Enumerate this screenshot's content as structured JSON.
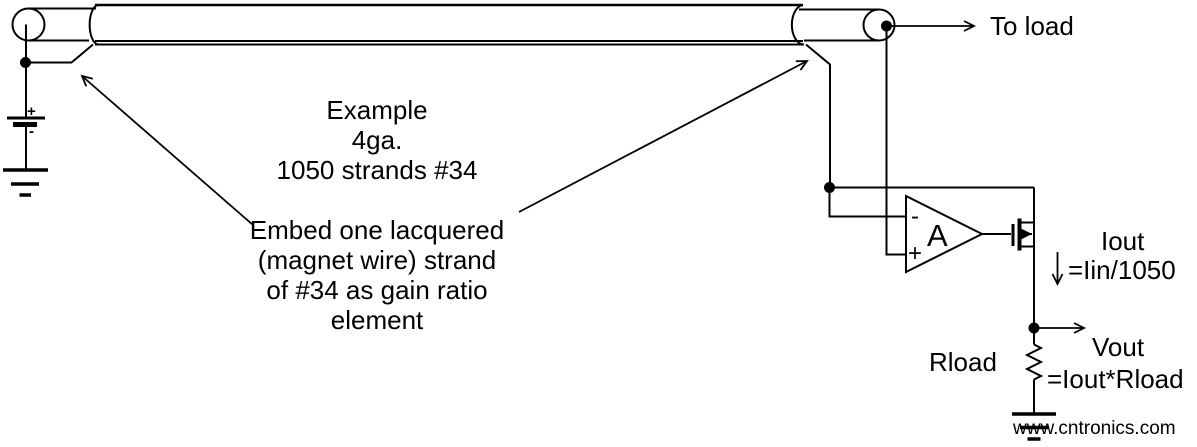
{
  "diagram": {
    "cable": {
      "example_note": {
        "lines": [
          "Example",
          "4ga.",
          "1050 strands #34"
        ]
      },
      "embed_note": {
        "lines": [
          "Embed one lacquered",
          "(magnet wire) strand",
          "of #34 as gain ratio",
          "element"
        ]
      }
    },
    "labels": {
      "to_load": "To load",
      "iout": "Iout",
      "iout_formula": "=Iin/1050",
      "rload": "Rload",
      "vout": "Vout",
      "vout_formula": "=Iout*Rload"
    },
    "opamp": {
      "gain_label": "A",
      "inverting_label": "-",
      "noninverting_label": "+"
    },
    "battery": {
      "plus_label": "+",
      "minus_label": "-"
    },
    "watermark": "www.cntronics.com",
    "colors": {
      "line": "#000000",
      "background": "#ffffff",
      "watermark": "#a9d9a9"
    }
  }
}
